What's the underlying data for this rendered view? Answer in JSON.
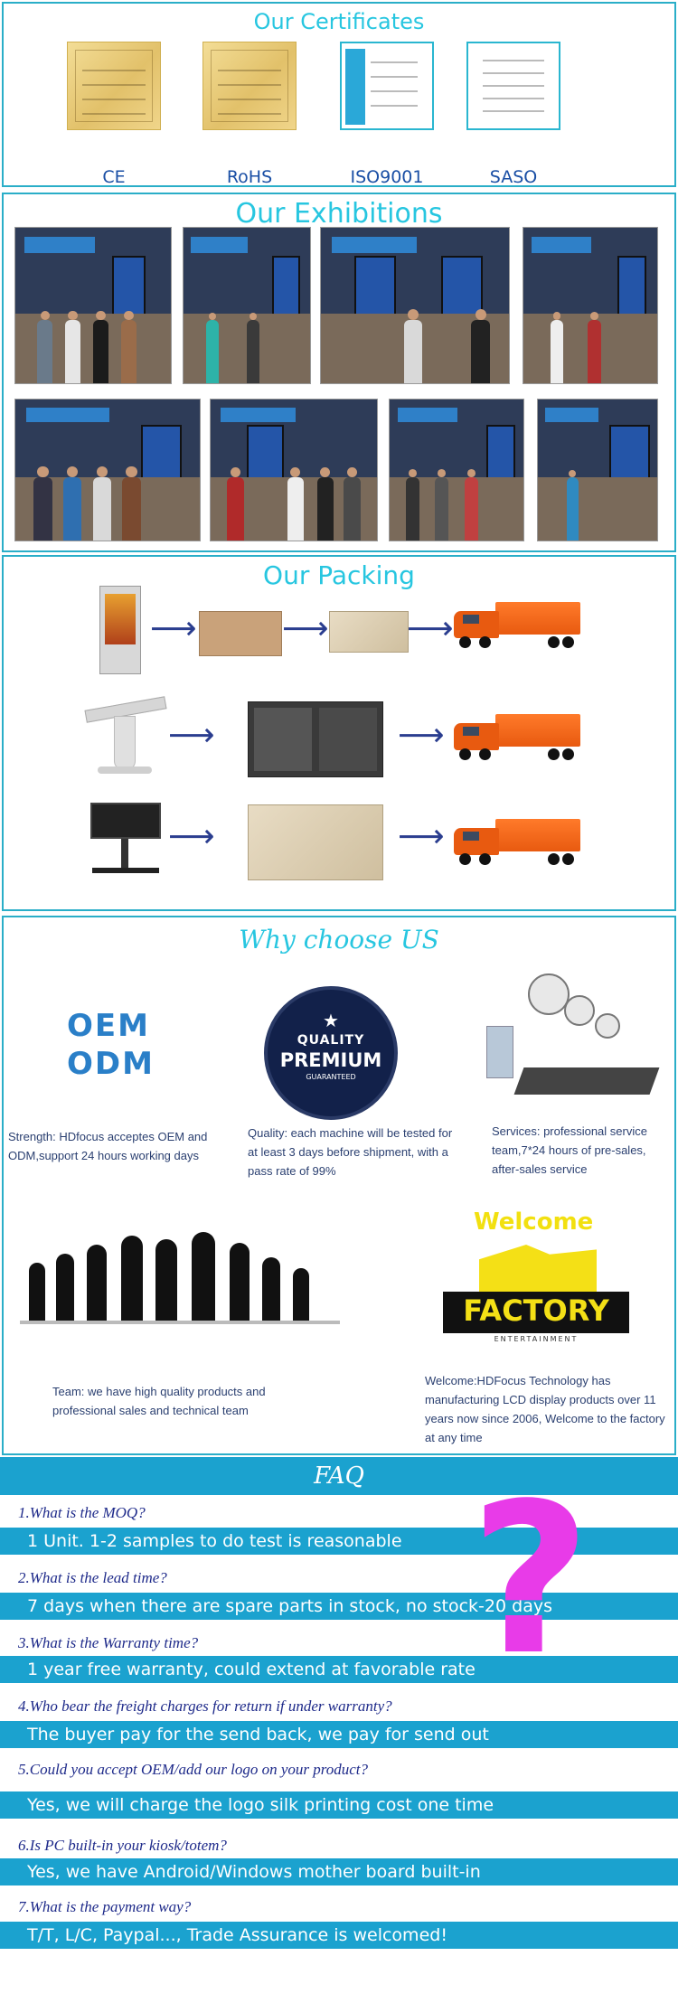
{
  "certificates": {
    "title": "Our Certificates",
    "items": [
      {
        "label": "CE"
      },
      {
        "label": "RoHS"
      },
      {
        "label": "ISO9001"
      },
      {
        "label": "SASO"
      }
    ]
  },
  "exhibitions": {
    "title": "Our Exhibitions"
  },
  "packing": {
    "title": "Our Packing"
  },
  "why": {
    "title": "Why choose US",
    "oem_line1": "OEM",
    "oem_line2": "ODM",
    "badge_line1": "QUALITY",
    "badge_line2": "PREMIUM",
    "badge_line3": "GUARANTEED",
    "strength": "Strength: HDfocus acceptes OEM and ODM,support 24 hours working days",
    "quality": "Quality: each machine will be tested for at least 3 days before shipment, with a pass rate of 99%",
    "services": "Services: professional service team,7*24 hours of pre-sales, after-sales service",
    "welcome_word": "Welcome",
    "factory_word": "FACTORY",
    "factory_sub": "ENTERTAINMENT",
    "team": "Team: we have high quality products and professional sales and technical team",
    "welcome_text": "Welcome:HDFocus Technology has manufacturing LCD display products over 11 years now since 2006, Welcome to the factory at any time"
  },
  "faq": {
    "title": "FAQ",
    "items": [
      {
        "q": "1.What is the MOQ?",
        "a": "1 Unit. 1-2 samples to do test is reasonable"
      },
      {
        "q": "2.What is the lead time?",
        "a": "7 days when there are spare parts in stock, no stock-20 days"
      },
      {
        "q": "3.What is the Warranty time?",
        "a": "1 year free warranty, could extend at favorable rate"
      },
      {
        "q": "4.Who bear the freight charges for return if under warranty?",
        "a": "The buyer pay for the send back, we pay for send out"
      },
      {
        "q": "5.Could you accept OEM/add our logo on your product?",
        "a": "Yes, we will charge the logo silk printing cost one time"
      },
      {
        "q": "6.Is PC built-in your kiosk/totem?",
        "a": "Yes, we have Android/Windows mother board built-in"
      },
      {
        "q": "7.What is the payment way?",
        "a": "T/T, L/C, Paypal..., Trade Assurance is welcomed!"
      }
    ]
  },
  "colors": {
    "title_cyan": "#27c6e0",
    "faq_blue": "#1ba2cf",
    "question_magenta": "#e83be8",
    "truck_orange": "#ff7a2a"
  }
}
